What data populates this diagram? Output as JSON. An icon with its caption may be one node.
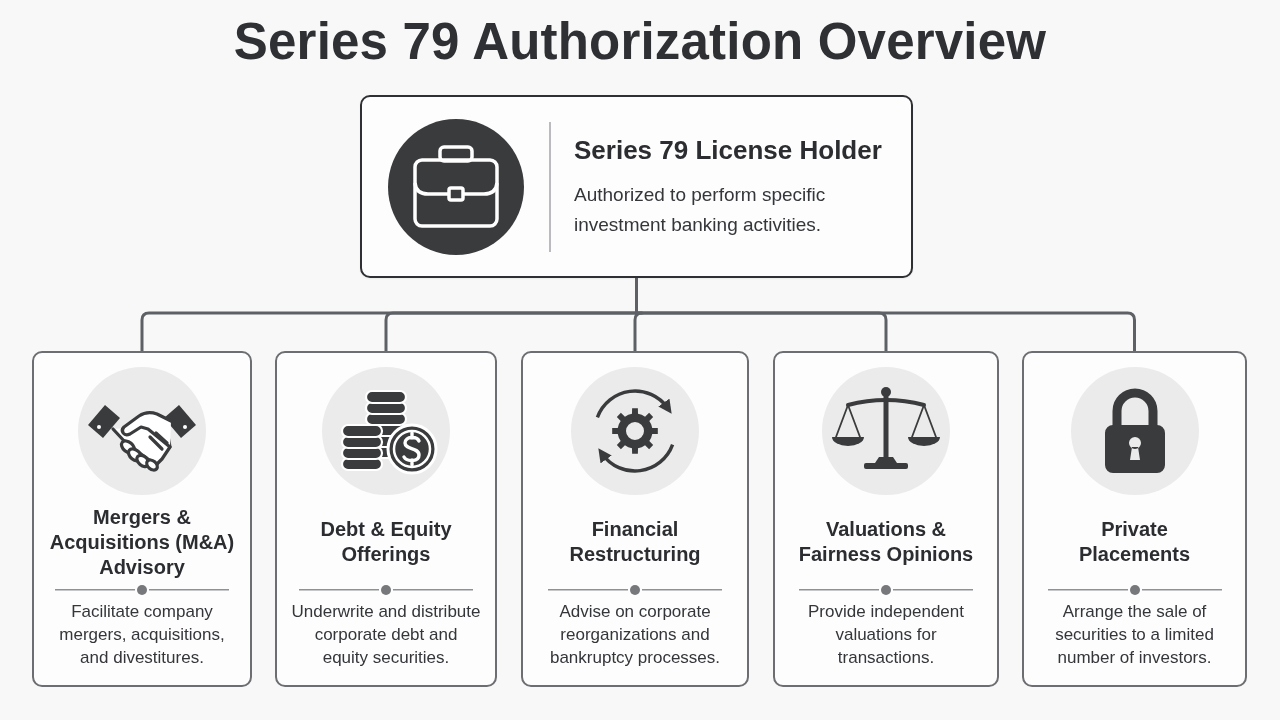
{
  "diagram": {
    "title": "Series 79 Authorization Overview",
    "nodes": [
      {
        "text": [
          "Series 79 License Holder",
          "Authorized to perform specific investment banking activities."
        ]
      },
      {
        "text": [
          "Mergers & Acquisitions (M&A) Advisory",
          "Facilitate company mergers, acquisitions, and divestitures."
        ]
      },
      {
        "text": [
          "Debt & Equity Offerings",
          "Underwrite and distribute corporate debt and equity securities."
        ]
      },
      {
        "text": [
          "Financial Restructuring",
          "Advise on corporate reorganizations and bankruptcy processes."
        ]
      },
      {
        "text": [
          "Valuations & Fairness Opinions",
          "Provide independent valuations for transactions."
        ]
      },
      {
        "text": [
          "Private Placements",
          "Arrange the sale of securities to a limited number of investors."
        ]
      }
    ],
    "edges": [
      {
        "from": 0,
        "to": 1,
        "arrow": "none"
      },
      {
        "from": 0,
        "to": 2,
        "arrow": "none"
      },
      {
        "from": 0,
        "to": 3,
        "arrow": "none"
      },
      {
        "from": 0,
        "to": 4,
        "arrow": "none"
      },
      {
        "from": 0,
        "to": 5,
        "arrow": "none"
      }
    ]
  }
}
